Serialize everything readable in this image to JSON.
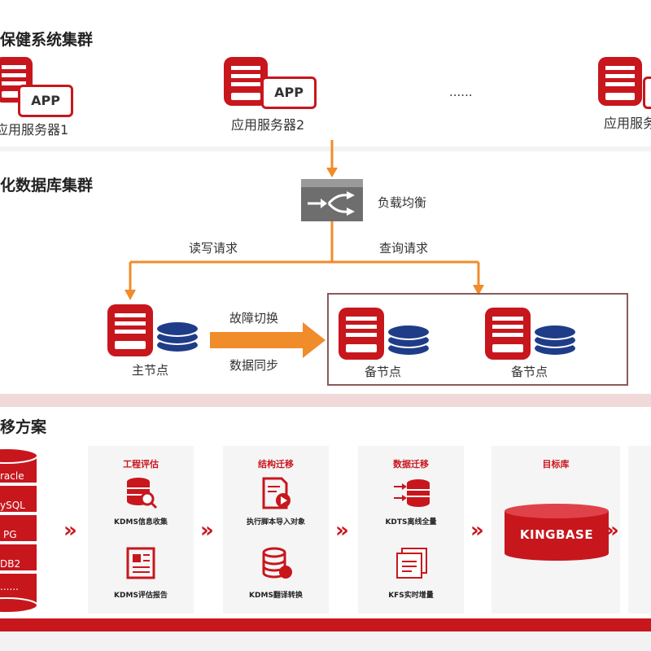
{
  "cluster_top": {
    "title": "保健系统集群",
    "servers": [
      {
        "badge": "APP",
        "label": "应用服务器1"
      },
      {
        "badge": "APP",
        "label": "应用服务器2"
      },
      {
        "badge": "",
        "label": "应用服务"
      }
    ],
    "ellipsis": "......"
  },
  "cluster_db": {
    "title": "化数据库集群",
    "load_balancer": "负载均衡",
    "read_write": "读写请求",
    "query": "查询请求",
    "primary": "主节点",
    "failover": "故障切换",
    "sync": "数据同步",
    "standby_1": "备节点",
    "standby_2": "备节点"
  },
  "migration": {
    "title": "移方案",
    "sources": [
      "racle",
      "ySQL",
      "PG",
      "DB2",
      "......"
    ],
    "cards": [
      {
        "title": "工程评估",
        "cap1": "KDMS信息收集",
        "cap2": "KDMS评估报告"
      },
      {
        "title": "结构迁移",
        "cap1": "执行脚本导入对象",
        "cap2": "KDMS翻译转换"
      },
      {
        "title": "数据迁移",
        "cap1": "KDTS离线全量",
        "cap2": "KFS实时增量"
      },
      {
        "title": "目标库",
        "product": "KINGBASE"
      }
    ]
  },
  "colors": {
    "brand_red": "#c8161d",
    "arrow_orange": "#f08c2a",
    "db_blue": "#1f3c88"
  }
}
